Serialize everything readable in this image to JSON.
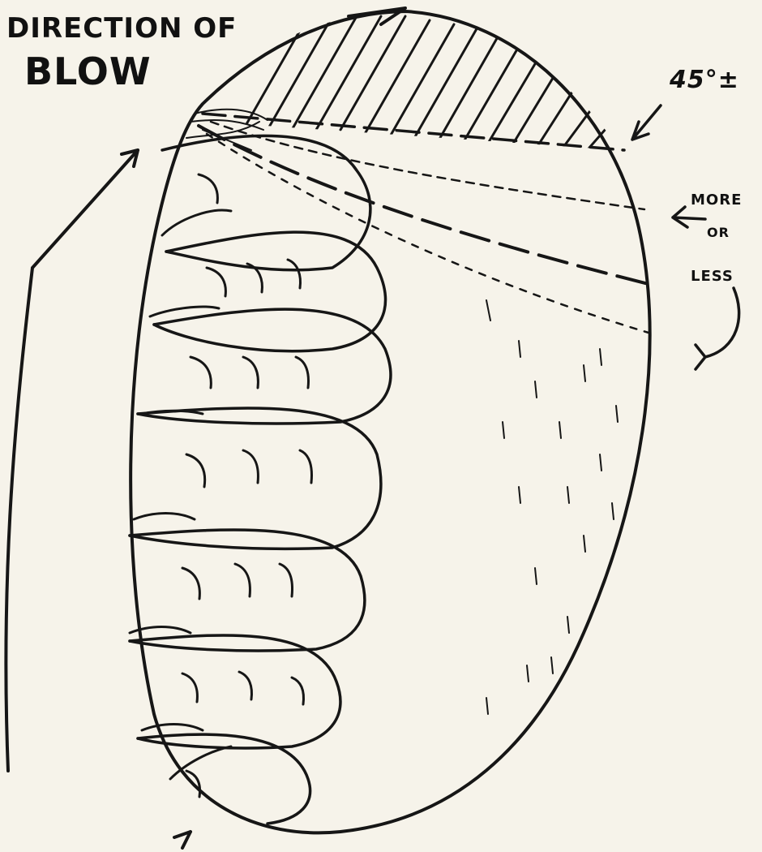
{
  "labels": {
    "direction_line1": "DIRECTION OF",
    "direction_line2": "BLOW",
    "angle": "45°±",
    "more": "MORE",
    "or": "OR",
    "less": "LESS"
  },
  "colors": {
    "paper": "#f6f3ea",
    "ink": "#161616"
  }
}
